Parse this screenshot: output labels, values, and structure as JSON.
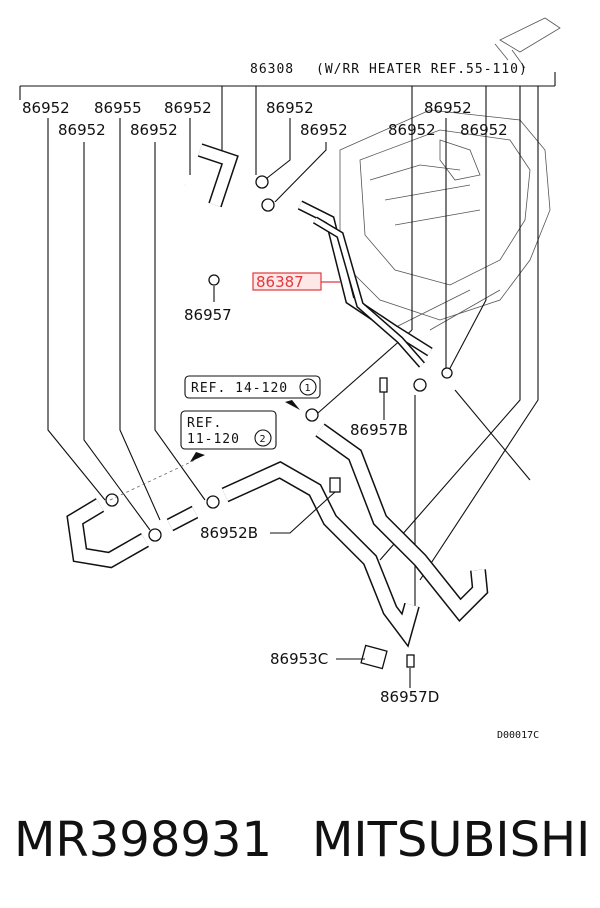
{
  "diagram": {
    "callouts": {
      "main_ref": "86308",
      "main_note": "(W/RR HEATER REF.55-110)",
      "top_row": [
        "86952",
        "86955",
        "86952",
        "86952",
        "86952"
      ],
      "second_row": [
        "86952",
        "86952",
        "86952",
        "86952",
        "86952"
      ],
      "highlighted": "86387",
      "c86957": "86957",
      "c86957b": "86957B",
      "c86952b": "86952B",
      "c86953c": "86953C",
      "c86957d": "86957D",
      "ref1_line": "REF. 14-120",
      "ref1_circle": "1",
      "ref2_line1": "REF.",
      "ref2_line2": "11-120",
      "ref2_circle": "2",
      "code": "D00017C"
    }
  },
  "footer": {
    "part_number": "MR398931",
    "brand": "MITSUBISHI"
  },
  "colors": {
    "highlight": "#e0393e",
    "ink": "#111111"
  }
}
